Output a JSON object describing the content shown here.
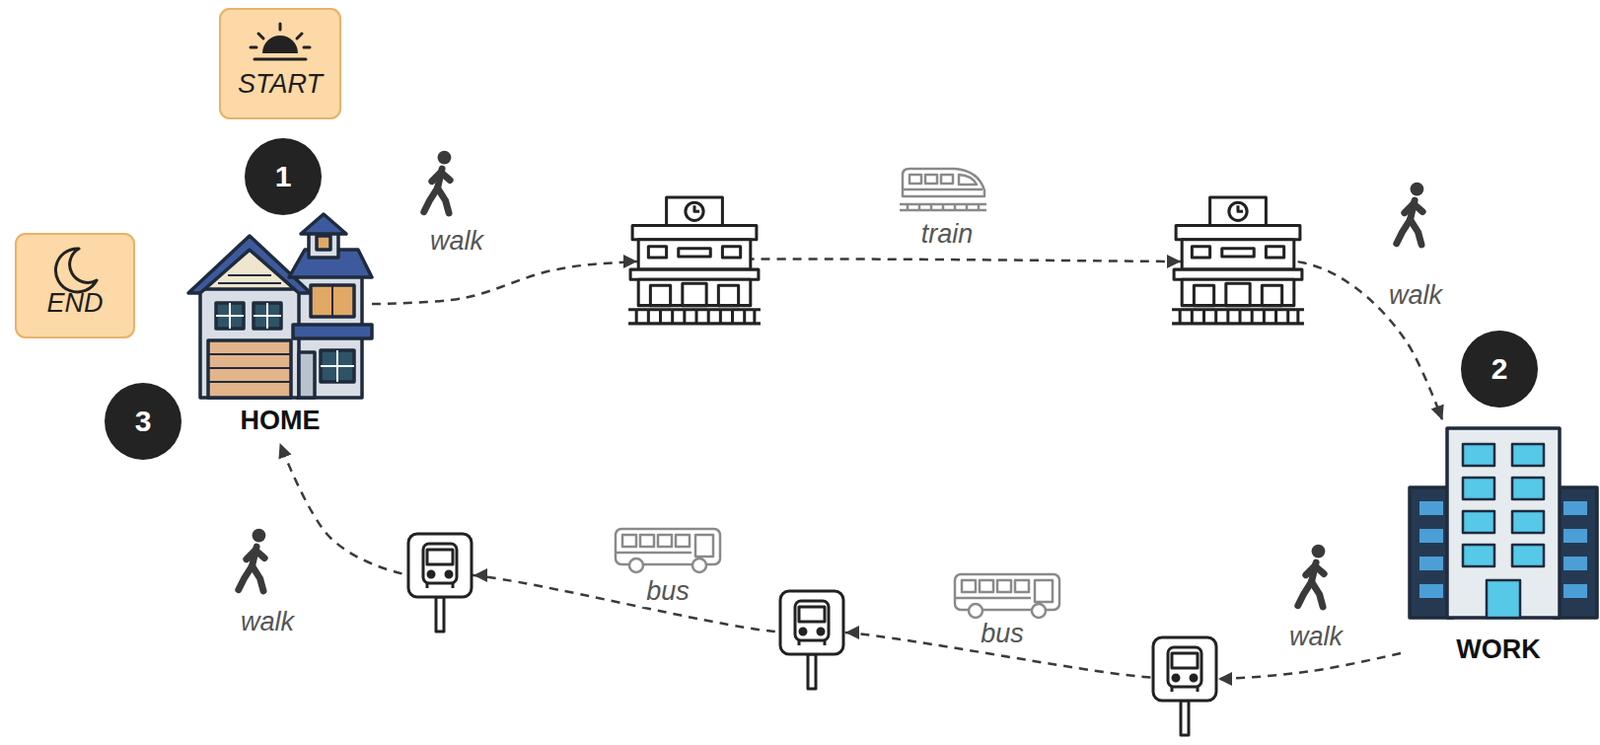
{
  "diagram": {
    "nodes": [
      {
        "text": [
          "START"
        ]
      },
      {
        "text": [
          "END"
        ]
      },
      {
        "text": [
          "HOME"
        ]
      },
      {
        "text": [
          "WORK"
        ]
      }
    ],
    "edges": [
      {
        "from": 2,
        "to": 3,
        "arrow": "to"
      },
      {
        "from": 3,
        "to": 2,
        "arrow": "to"
      }
    ],
    "labels": [
      "1",
      "walk",
      "train",
      "walk",
      "2",
      "walk",
      "bus",
      "bus",
      "walk",
      "3"
    ]
  }
}
